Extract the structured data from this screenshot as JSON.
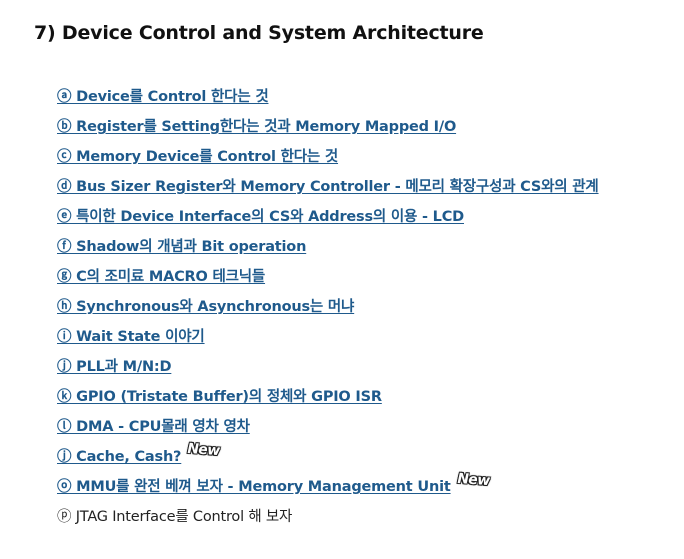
{
  "heading": "7) Device Control and System Architecture",
  "items": [
    {
      "text": "ⓐ Device를 Control 한다는 것",
      "style": "link"
    },
    {
      "text": "ⓑ Register를 Setting한다는 것과 Memory Mapped I/O",
      "style": "link"
    },
    {
      "text": "ⓒ Memory Device를 Control 한다는 것",
      "style": "link"
    },
    {
      "text": "ⓓ Bus Sizer Register와 Memory Controller - 메모리 확장구성과 CS와의 관계 ",
      "style": "link"
    },
    {
      "text": "ⓔ 특이한 Device Interface의 CS와 Address의 이용 - LCD ",
      "style": "link"
    },
    {
      "text": "ⓕ Shadow의 개념과 Bit operation",
      "style": "link"
    },
    {
      "text": "ⓖ C의 조미료 MACRO 테크닉들",
      "style": "link"
    },
    {
      "text": "ⓗ Synchronous와 Asynchronous는 머냐 ",
      "style": "link"
    },
    {
      "text": "ⓘ Wait State 이야기",
      "style": "link"
    },
    {
      "text": "ⓙ PLL과 M/N:D ",
      "style": "link"
    },
    {
      "text": "ⓚ GPIO (Tristate Buffer)의 정체와 GPIO ISR",
      "style": "link"
    },
    {
      "text": "ⓛ DMA - CPU몰래 영차 영차",
      "style": "link"
    },
    {
      "text": "ⓙ Cache, Cash?",
      "style": "link",
      "badge": "New"
    },
    {
      "text": "ⓞ MMU를 완전 베껴 보자 - Memory Management Unit",
      "style": "link",
      "badge": "New"
    },
    {
      "text": "ⓟ JTAG Interface를 Control 해 보자",
      "style": "plain"
    }
  ],
  "colors": {
    "link": "#1f5a8c",
    "plain": "#222222",
    "heading": "#111111"
  }
}
